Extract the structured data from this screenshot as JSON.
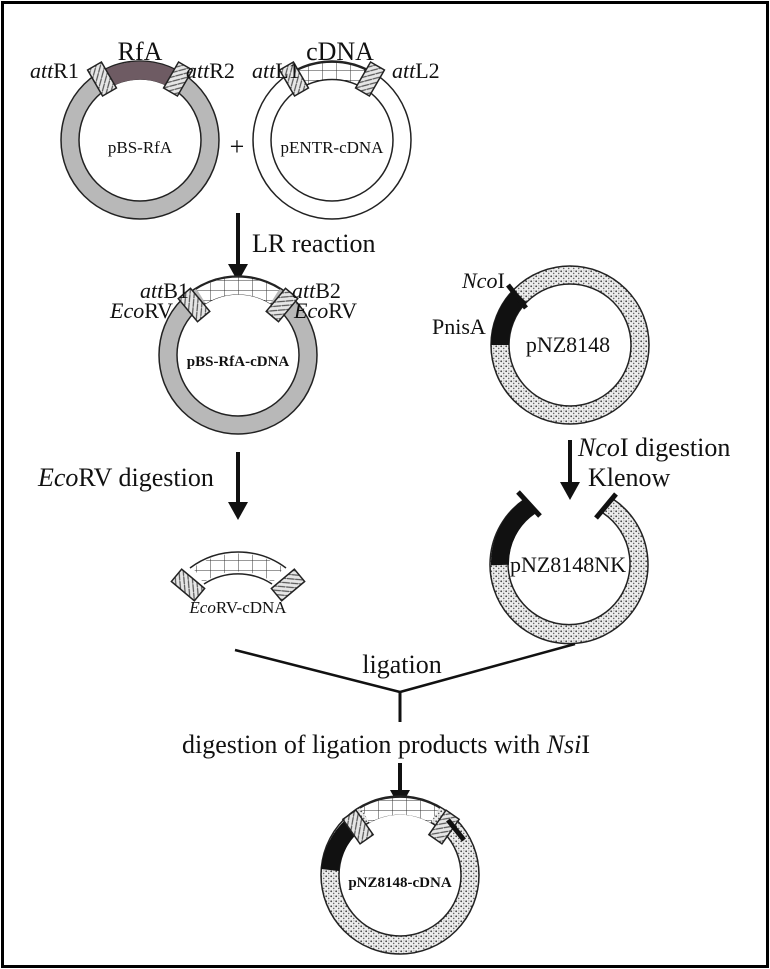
{
  "plasmids": {
    "pbs_rfa": {
      "name": "pBS-RfA",
      "insert": "RfA",
      "left_site": {
        "it": "att",
        "rest": "R1"
      },
      "right_site": {
        "it": "att",
        "rest": "R2"
      }
    },
    "pentr": {
      "name": "pENTR-cDNA",
      "insert": "cDNA",
      "left_site": {
        "it": "att",
        "rest": "L1"
      },
      "right_site": {
        "it": "att",
        "rest": "L2"
      }
    },
    "pbs_rfa_cdna": {
      "name": "pBS-RfA-cDNA",
      "left_site": {
        "it": "att",
        "rest": "B1"
      },
      "right_site": {
        "it": "att",
        "rest": "B2"
      },
      "left_enzyme": {
        "it": "Eco",
        "rest": "RV"
      },
      "right_enzyme": {
        "it": "Eco",
        "rest": "RV"
      }
    },
    "pnz8148": {
      "name": "pNZ8148",
      "promoter": "PnisA",
      "site": {
        "it": "Nco",
        "rest": "I"
      }
    },
    "pnz8148nk": {
      "name": "pNZ8148NK"
    },
    "pnz8148_cdna": {
      "name": "pNZ8148-cDNA"
    }
  },
  "plus_sign": "+",
  "steps": {
    "lr": "LR reaction",
    "ecorv": {
      "it": "Eco",
      "rest": "RV digestion"
    },
    "ncoi": {
      "it": "Nco",
      "rest": "I digestion"
    },
    "klenow": "Klenow",
    "ligation": "ligation",
    "nsi": {
      "pre": "digestion of ligation products with ",
      "it": "Nsi",
      "rest": "I"
    }
  },
  "fragment": {
    "name": {
      "it": "Eco",
      "rest": "RV-cDNA"
    }
  },
  "colors": {
    "grey_ring": "#b8b8b8",
    "rfa_fill": "#6e5b63",
    "black": "#111111",
    "stipple": "#555555"
  }
}
